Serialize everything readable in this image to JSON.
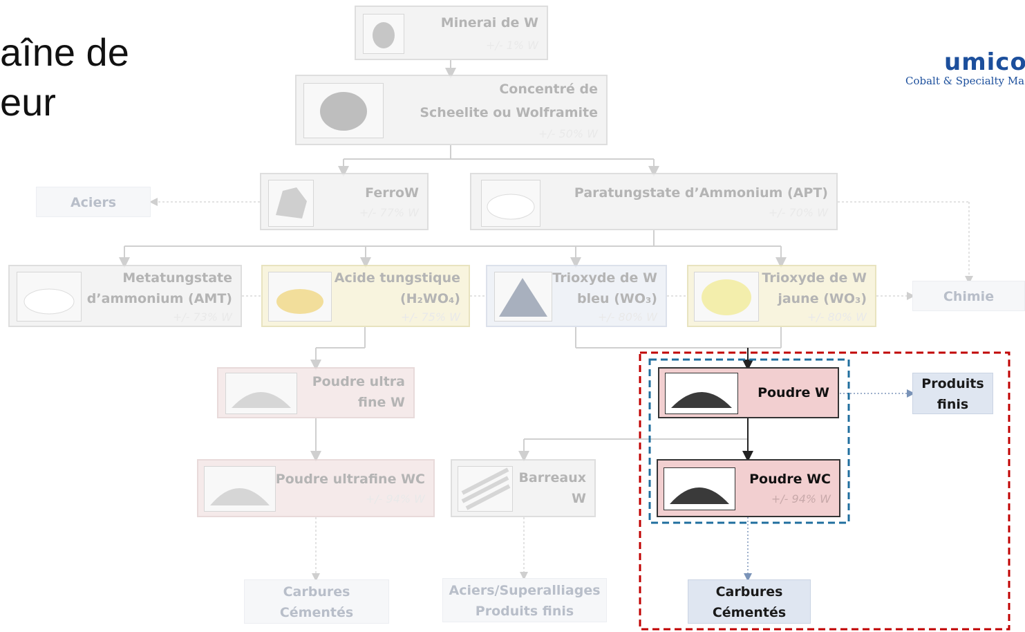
{
  "title": {
    "line1": "aîne de",
    "line2": "eur"
  },
  "logo": {
    "brand": "umico",
    "tagline": "Cobalt & Specialty Ma"
  },
  "nodes": {
    "minerai": {
      "label": "Minerai de W",
      "pct": "+/- 1% W"
    },
    "concentre": {
      "label1": "Concentré de",
      "label2": "Scheelite ou Wolframite",
      "pct": "+/- 50% W"
    },
    "ferrow": {
      "label": "FerroW",
      "pct": "+/- 77% W"
    },
    "apt": {
      "label": "Paratungstate d’Ammonium (APT)",
      "pct": "+/- 70% W"
    },
    "amt": {
      "label1": "Metatungstate",
      "label2": "d’ammonium (AMT)",
      "pct": "+/- 73% W"
    },
    "acide": {
      "label1": "Acide tungstique",
      "label2": "(H₂WO₄)",
      "pct": "+/- 75% W"
    },
    "trioxyde_bleu": {
      "label1": "Trioxyde de W",
      "label2": "bleu (WO₃)",
      "pct": "+/- 80% W"
    },
    "trioxyde_jaune": {
      "label1": "Trioxyde de W",
      "label2": "jaune (WO₃)",
      "pct": "+/- 80% W"
    },
    "poudre_ultra": {
      "label1": "Poudre ultra",
      "label2": "fine W"
    },
    "poudre_w": {
      "label": "Poudre W"
    },
    "poudre_ultrafine_wc": {
      "label": "Poudre ultrafine WC",
      "pct": "+/- 94% W"
    },
    "barreaux": {
      "label1": "Barreaux",
      "label2": "W"
    },
    "poudre_wc": {
      "label": "Poudre WC",
      "pct": "+/- 94% W"
    }
  },
  "outputs": {
    "aciers": "Aciers",
    "chimie": "Chimie",
    "produits_finis_1": "Produits",
    "produits_finis_2": "finis",
    "carbures_left_1": "Carbures",
    "carbures_left_2": "Cémentés",
    "aciers_super_1": "Aciers/Superalliages",
    "aciers_super_2": "Produits finis",
    "carbures_right_1": "Carbures",
    "carbures_right_2": "Cémentés"
  },
  "colors": {
    "highlight_red": "#c00000",
    "highlight_blue": "#1f6e9e",
    "active_fill": "#f2cfd0",
    "logo_blue": "#1c4f9c"
  }
}
